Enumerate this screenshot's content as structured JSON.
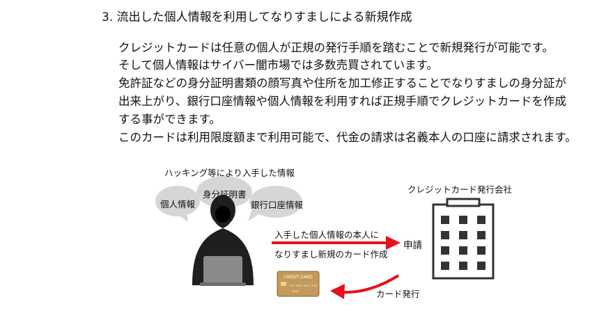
{
  "heading": "3.  流出した個人情報を利用してなりすましによる新規作成",
  "paragraph_lines": [
    "クレジットカードは任意の個人が正規の発行手順を踏むことで新規発行が可能です。",
    "そして個人情報はサイバー闇市場では多数売買されています。",
    "免許証などの身分証明書類の顔写真や住所を加工修正することでなりすましの身分証が",
    "出来上がり、銀行口座情報や個人情報を利用すれば正規手順でクレジットカードを作成",
    "する事ができます。",
    "このカードは利用限度額まで利用可能で、代金の請求は名義本人の口座に請求されます。"
  ],
  "diagram": {
    "hacking_label": "ハッキング等により入手した情報",
    "bubbles": {
      "personal": "個人情報",
      "id_doc": "身分証明書",
      "bank": "銀行口座情報"
    },
    "company_label": "クレジットカード発行会社",
    "arrow_label_line1": "入手した個人情報の本人に",
    "arrow_label_line2": "なりすまし新規のカード作成",
    "apply_label": "申請",
    "issue_label": "カード発行",
    "card": {
      "brand_text": "CREDIT CARD",
      "number_text": "1234 5678 9012 3456",
      "name_text": "NAME"
    },
    "colors": {
      "arrow": "#e8101a",
      "bubble": "#d6d6d6",
      "hacker": "#1f1f1f",
      "laptop": "#8a8a8a",
      "card": "#c49a5a",
      "building": "#333333"
    }
  }
}
